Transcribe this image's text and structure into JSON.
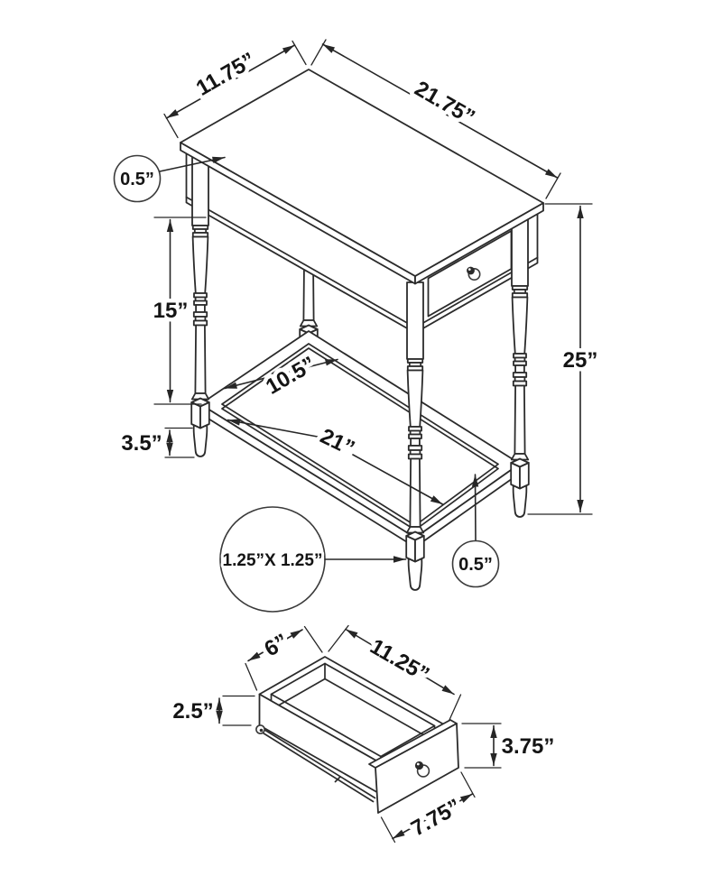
{
  "page": {
    "background": "#ffffff",
    "ink_color": "#2b2b2b",
    "description": "Technical dimension diagram of accent side table with storage drawer"
  },
  "table_view": {
    "name": "side-table-isometric",
    "dims": {
      "top_depth": "11.75”",
      "top_width": "21.75”",
      "top_thickness": "0.5”",
      "clearance_height": "15”",
      "overall_height": "25”",
      "shelf_depth": "10.5”",
      "shelf_width": "21”",
      "foot_height": "3.5”",
      "leg_size": "1.25”X 1.25”",
      "shelf_thickness": "0.5”"
    }
  },
  "drawer_view": {
    "name": "drawer-isometric",
    "dims": {
      "inner_width": "6”",
      "inner_depth": "11.25”",
      "side_height": "2.5”",
      "front_height": "3.75”",
      "front_width": "7.75”"
    }
  }
}
